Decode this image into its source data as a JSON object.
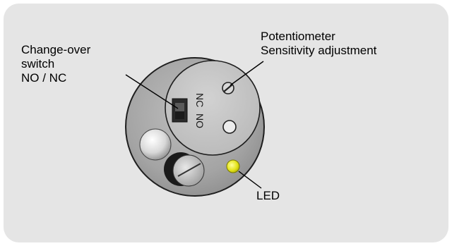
{
  "labels": {
    "switch_line1": "Change-over",
    "switch_line2": "switch",
    "switch_line3": "NO / NC",
    "pot_line1": "Potentiometer",
    "pot_line2": "Sensitivity adjustment",
    "led": "LED"
  },
  "device_markings": {
    "nc": "NC",
    "no": "NO"
  },
  "colors": {
    "panel": "#e5e5e5",
    "device_body": "#a9a9a9",
    "inner_disc": "#c4c4c4",
    "led": "#e4e41a"
  }
}
